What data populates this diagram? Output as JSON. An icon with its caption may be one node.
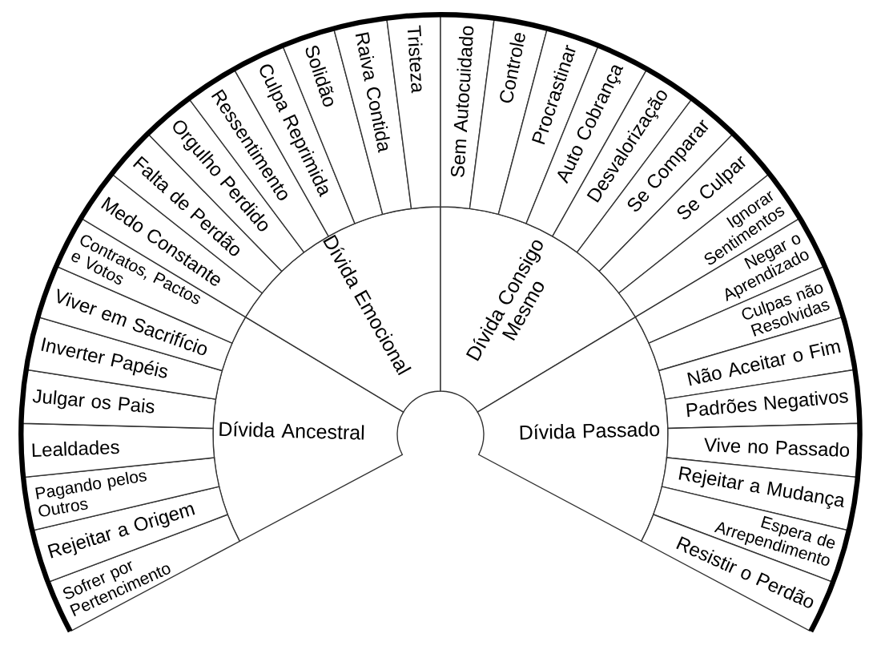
{
  "diagram": {
    "nodes": [
      {
        "text": [
          "Dívida Ancestral"
        ]
      },
      {
        "text": [
          "Dívida Emocional"
        ]
      },
      {
        "text": [
          "Dívida Consigo Mesmo"
        ]
      },
      {
        "text": [
          "Dívida Passado"
        ]
      },
      {
        "text": [
          "Sofrer por Pertencimento"
        ]
      },
      {
        "text": [
          "Rejeitar a Origem"
        ]
      },
      {
        "text": [
          "Pagando pelos Outros"
        ]
      },
      {
        "text": [
          "Lealdades"
        ]
      },
      {
        "text": [
          "Julgar os Pais"
        ]
      },
      {
        "text": [
          "Inverter Papéis"
        ]
      },
      {
        "text": [
          "Viver em Sacrifício"
        ]
      },
      {
        "text": [
          "Contratos, Pactos e Votos"
        ]
      },
      {
        "text": [
          "Medo Constante"
        ]
      },
      {
        "text": [
          "Falta de Perdão"
        ]
      },
      {
        "text": [
          "Orgulho Perdido"
        ]
      },
      {
        "text": [
          "Ressentimento"
        ]
      },
      {
        "text": [
          "Culpa Reprimida"
        ]
      },
      {
        "text": [
          "Solidão"
        ]
      },
      {
        "text": [
          "Raiva Contida"
        ]
      },
      {
        "text": [
          "Tristeza"
        ]
      },
      {
        "text": [
          "Sem Autocuidado"
        ]
      },
      {
        "text": [
          "Controle"
        ]
      },
      {
        "text": [
          "Procrastinar"
        ]
      },
      {
        "text": [
          "Auto Cobrança"
        ]
      },
      {
        "text": [
          "Desvalorização"
        ]
      },
      {
        "text": [
          "Se Comparar"
        ]
      },
      {
        "text": [
          "Se Culpar"
        ]
      },
      {
        "text": [
          "Ignorar Sentimentos"
        ]
      },
      {
        "text": [
          "Negar o Aprendizado"
        ]
      },
      {
        "text": [
          "Culpas não Resolvidas"
        ]
      },
      {
        "text": [
          "Não Aceitar o Fim"
        ]
      },
      {
        "text": [
          "Padrões Negativos"
        ]
      },
      {
        "text": [
          "Vive no Passado"
        ]
      },
      {
        "text": [
          "Rejeitar a Mudança"
        ]
      },
      {
        "text": [
          "Espera de Arrependimento"
        ]
      },
      {
        "text": [
          "Resistir o Perdão"
        ]
      }
    ]
  }
}
